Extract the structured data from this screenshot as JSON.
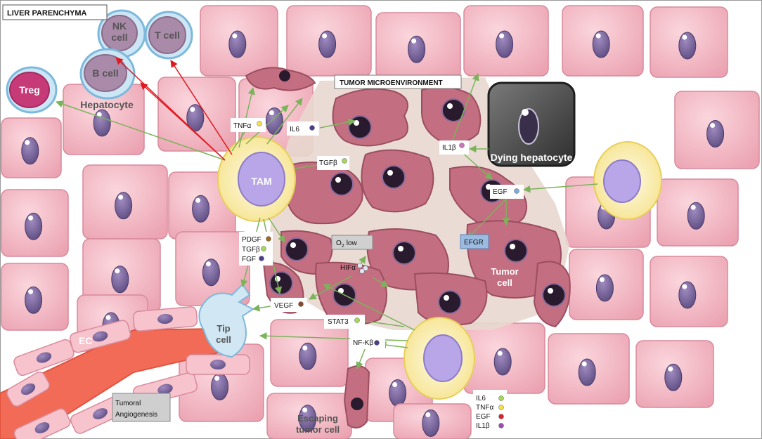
{
  "diagram": {
    "title": "LIVER PARENCHYMA",
    "tme_label": "TUMOR MICROENVIRONMENT",
    "immune_cells": {
      "nk": [
        "NK",
        "cell"
      ],
      "t": "T cell",
      "b": "B cell",
      "treg": "Treg"
    },
    "hepatocyte_label": "Hepatocyte",
    "tam_label": "TAM",
    "dying_hepatocyte_label": "Dying hepatocyte",
    "tumor_cell_label": [
      "Tumor",
      "cell"
    ],
    "escaping_tumor_cell_label": [
      "Escaping",
      "tumor cell"
    ],
    "tip_cell_label": [
      "Tip",
      "cell"
    ],
    "ec_label": "EC",
    "angiogenesis_label": [
      "Tumoral",
      "Angiogenesis"
    ],
    "oxygen_label": [
      "O",
      "2",
      "low"
    ],
    "hif_label": "HIFα",
    "egfr_label": "EFGR",
    "factors": {
      "tnfa": "TNFα",
      "il6": "IL6",
      "tgfb": "TGFβ",
      "il1b": "IL1β",
      "egf": "EGF",
      "pdgf": "PDGF",
      "tgfb2": "TGFβ",
      "fgf": "FGF",
      "vegf": "VEGF",
      "stat3": "STAT3",
      "nfkb": "NF-Kβ"
    },
    "legend": [
      {
        "label": "IL6",
        "color": "#a7d65a"
      },
      {
        "label": "TNFα",
        "color": "#f4e04d"
      },
      {
        "label": "EGF",
        "color": "#d9262c"
      },
      {
        "label": "IL1β",
        "color": "#9b4fa8"
      }
    ],
    "colors": {
      "hepatocyte": "#f4bcc6",
      "tumor": "#c46e81",
      "tam": "#fbf3c2",
      "arrow_green": "#7bb35a",
      "arrow_red": "#e0191f",
      "vessel": "#f26b57"
    }
  }
}
